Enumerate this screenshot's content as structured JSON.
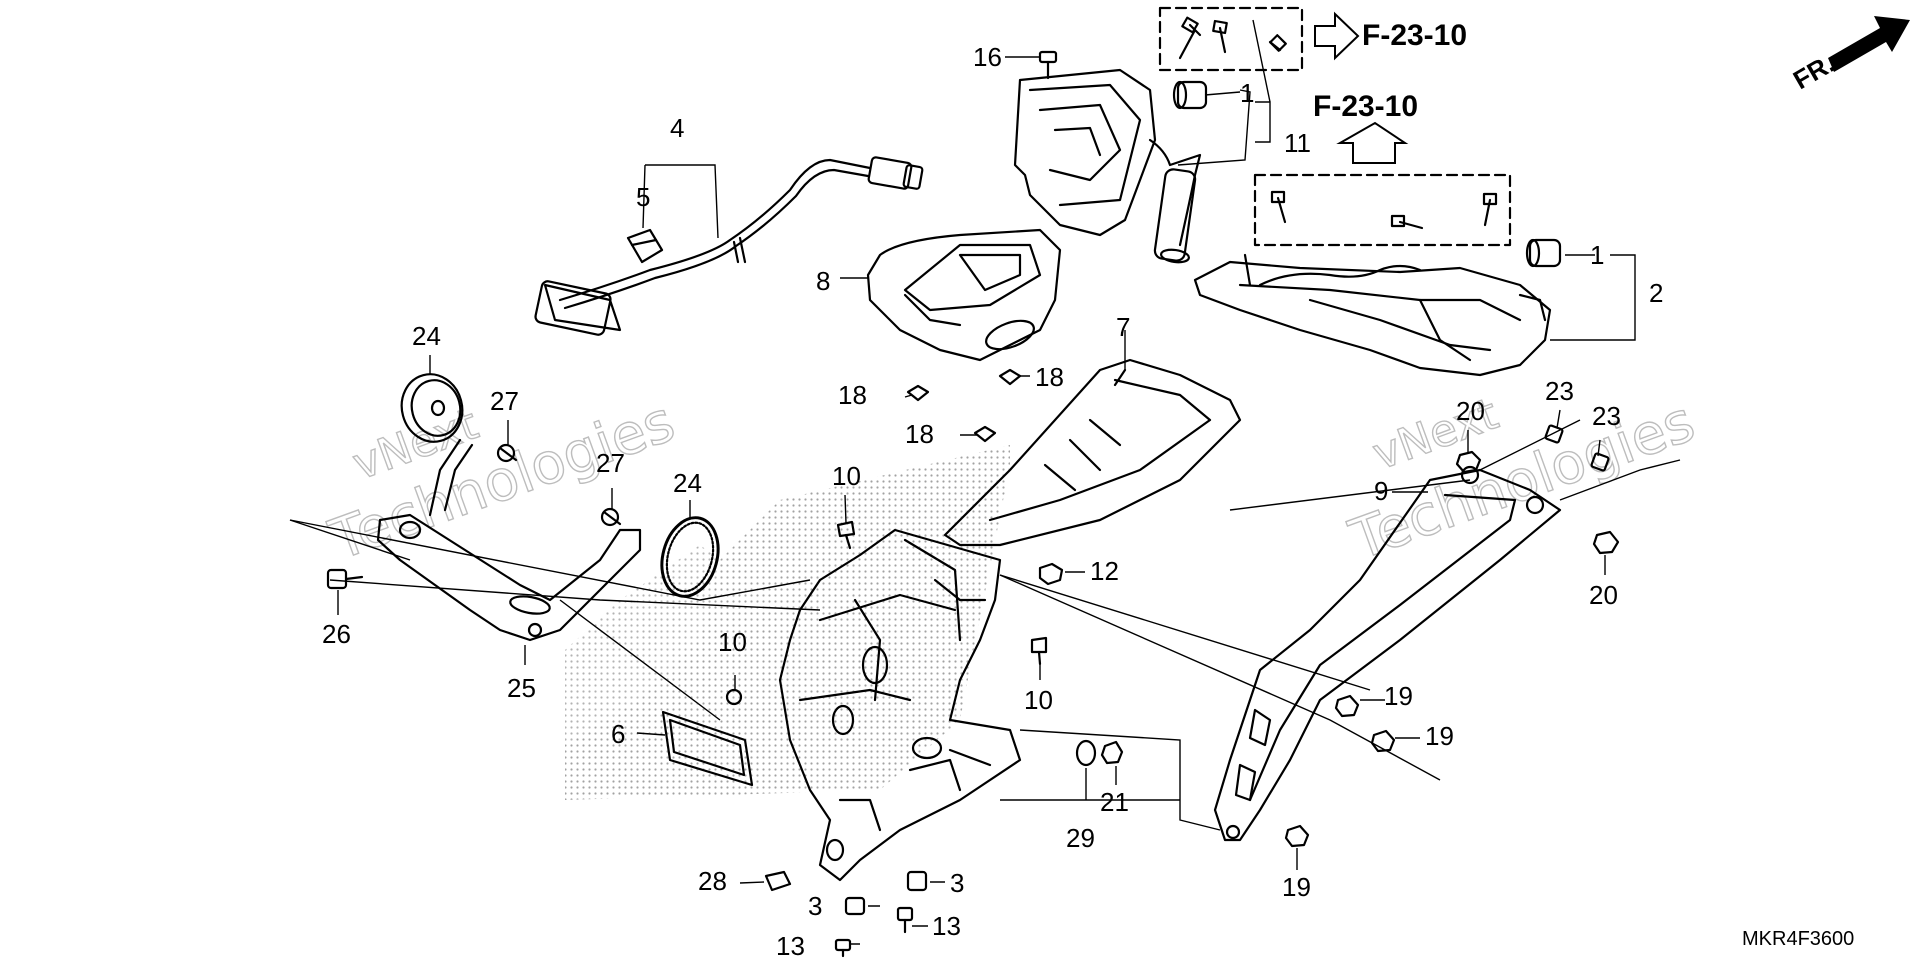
{
  "diagram": {
    "part_labels": [
      {
        "id": "p1a",
        "text": "1"
      },
      {
        "id": "p1b",
        "text": "1"
      },
      {
        "id": "p2",
        "text": "2"
      },
      {
        "id": "p3a",
        "text": "3"
      },
      {
        "id": "p3b",
        "text": "3"
      },
      {
        "id": "p4",
        "text": "4"
      },
      {
        "id": "p5",
        "text": "5"
      },
      {
        "id": "p6",
        "text": "6"
      },
      {
        "id": "p7",
        "text": "7"
      },
      {
        "id": "p8",
        "text": "8"
      },
      {
        "id": "p9",
        "text": "9"
      },
      {
        "id": "p10a",
        "text": "10"
      },
      {
        "id": "p10b",
        "text": "10"
      },
      {
        "id": "p10c",
        "text": "10"
      },
      {
        "id": "p11",
        "text": "11"
      },
      {
        "id": "p12",
        "text": "12"
      },
      {
        "id": "p13a",
        "text": "13"
      },
      {
        "id": "p13b",
        "text": "13"
      },
      {
        "id": "p16",
        "text": "16"
      },
      {
        "id": "p18a",
        "text": "18"
      },
      {
        "id": "p18b",
        "text": "18"
      },
      {
        "id": "p18c",
        "text": "18"
      },
      {
        "id": "p19a",
        "text": "19"
      },
      {
        "id": "p19b",
        "text": "19"
      },
      {
        "id": "p19c",
        "text": "19"
      },
      {
        "id": "p20a",
        "text": "20"
      },
      {
        "id": "p20b",
        "text": "20"
      },
      {
        "id": "p21",
        "text": "21"
      },
      {
        "id": "p23a",
        "text": "23"
      },
      {
        "id": "p23b",
        "text": "23"
      },
      {
        "id": "p24a",
        "text": "24"
      },
      {
        "id": "p24b",
        "text": "24"
      },
      {
        "id": "p25",
        "text": "25"
      },
      {
        "id": "p26",
        "text": "26"
      },
      {
        "id": "p27a",
        "text": "27"
      },
      {
        "id": "p27b",
        "text": "27"
      },
      {
        "id": "p28",
        "text": "28"
      },
      {
        "id": "p29",
        "text": "29"
      }
    ],
    "references": [
      {
        "id": "r1",
        "text": "F-23-10"
      },
      {
        "id": "r2",
        "text": "F-23-10"
      }
    ],
    "front_indicator": "FR.",
    "diagram_code": "MKR4F3600",
    "watermark": {
      "line1": "vNext",
      "line2": "Technologies"
    }
  }
}
